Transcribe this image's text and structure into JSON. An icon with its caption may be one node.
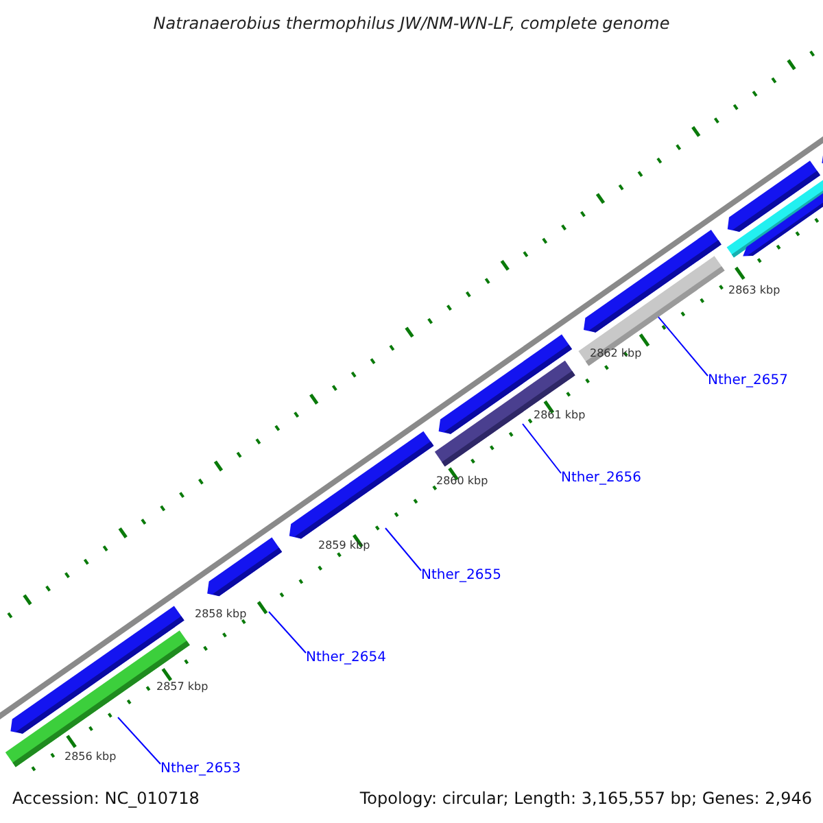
{
  "diagram": {
    "title": "Natranaerobius thermophilus JW/NM-WN-LF, complete genome",
    "nodes": [
      {
        "text": [
          "Nther_2653"
        ]
      },
      {
        "text": [
          "Nther_2654"
        ]
      },
      {
        "text": [
          "Nther_2655"
        ]
      },
      {
        "text": [
          "Nther_2656"
        ]
      },
      {
        "text": [
          "Nther_2657"
        ]
      },
      {
        "text": [],
        "shape": "bar"
      }
    ],
    "edges": [
      {
        "from": 0,
        "to": null,
        "arrow": "none"
      },
      {
        "from": 1,
        "to": null,
        "arrow": "none"
      },
      {
        "from": 2,
        "to": null,
        "arrow": "none"
      },
      {
        "from": 3,
        "to": null,
        "arrow": "none"
      },
      {
        "from": 4,
        "to": 5,
        "arrow": "none"
      }
    ],
    "labels": [
      "2863 kbp",
      "2862 kbp",
      "2861 kbp",
      "2860 kbp",
      "2859 kbp",
      "2858 kbp",
      "2857 kbp",
      "2856 kbp",
      "Accession: NC_010718",
      "Topology: circular; Length: 3,165,557 bp; Genes: 2,946"
    ]
  }
}
